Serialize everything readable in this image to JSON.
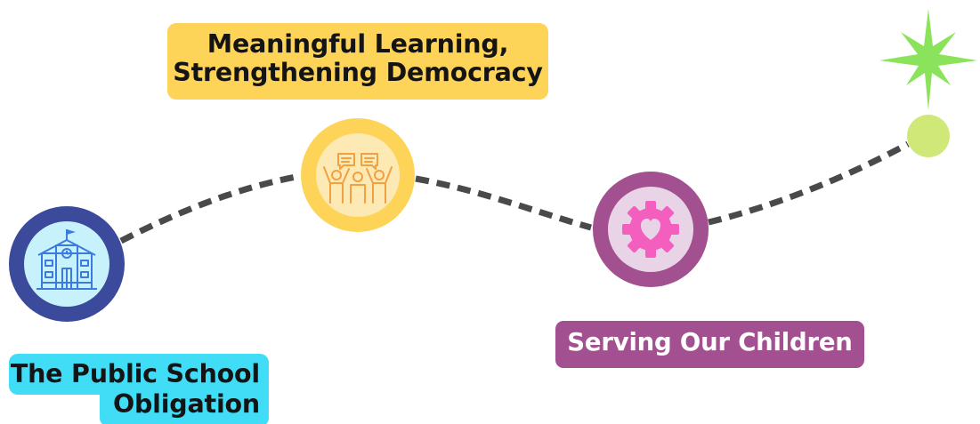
{
  "diagram": {
    "stops": [
      {
        "label_lines": [
          "Meaningful Learning,",
          "Strengthening Democracy"
        ],
        "icon": "people-speech-bubbles-icon",
        "color": "#fed458"
      },
      {
        "label_lines": [
          "The Public School",
          "Obligation"
        ],
        "icon": "school-building-icon",
        "color": "#41dcf5"
      },
      {
        "label_lines": [
          "Serving Our Children"
        ],
        "icon": "gear-heart-icon",
        "color": "#a2508f"
      }
    ],
    "end_marker": {
      "icon": "star-burst-icon",
      "color": "#8be35c",
      "dot_color": "#cfe878"
    },
    "path_color": "#4a4a4a"
  }
}
